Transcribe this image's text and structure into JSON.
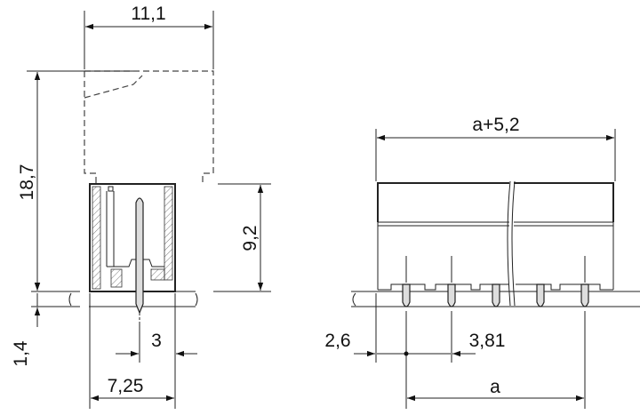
{
  "drawing": {
    "side_view": {
      "dimensions": {
        "overall_width": "11,1",
        "overall_height": "18,7",
        "housing_height": "9,2",
        "board_thickness": "1,4",
        "pin_to_edge": "3",
        "housing_depth": "7,25"
      }
    },
    "front_view": {
      "dimensions": {
        "overall_length": "a+5,2",
        "edge_to_first_pin": "2,6",
        "pitch": "3,81",
        "pin_span": "a"
      },
      "pin_count_shown": 5
    },
    "colors": {
      "line": "#222222",
      "pin_fill": "#dddddd",
      "background": "#ffffff"
    }
  }
}
